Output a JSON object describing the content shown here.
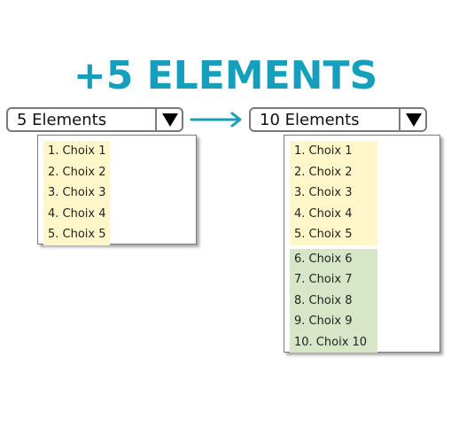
{
  "headline": "+5 ELEMENTS",
  "colors": {
    "headline": "#159fbd",
    "arrow": "#159fbd",
    "first_group_bg": "#fff7c9",
    "second_group_bg": "#d6e6c6"
  },
  "left_select": {
    "value": "5 Elements",
    "icon": "dropdown-triangle-icon",
    "items": [
      "1. Choix 1",
      "2. Choix 2",
      "3. Choix 3",
      "4. Choix 4",
      "5. Choix 5"
    ]
  },
  "right_select": {
    "value": "10 Elements",
    "icon": "dropdown-triangle-icon",
    "first_group": [
      "1. Choix 1",
      "2. Choix 2",
      "3. Choix 3",
      "4. Choix 4",
      "5. Choix 5"
    ],
    "second_group": [
      "6. Choix 6",
      "7. Choix 7",
      "8. Choix 8",
      "9. Choix 9",
      "10. Choix 10"
    ]
  },
  "transition_icon": "arrow-right-icon"
}
